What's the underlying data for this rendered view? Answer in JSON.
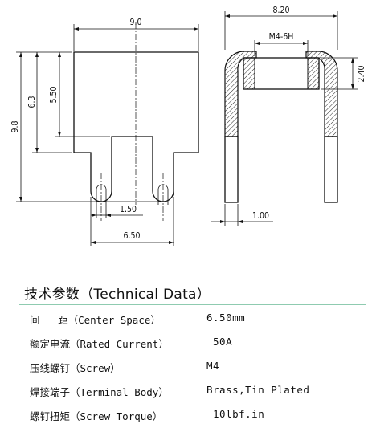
{
  "drawing": {
    "front_view": {
      "top_width": "9.0",
      "overall_height": "9.8",
      "mid_height": "6.3",
      "body_height": "5.50",
      "slot_width": "1.50",
      "pin_spacing": "6.50"
    },
    "side_view": {
      "overall_width": "8.20",
      "thread": "M4-6H",
      "nut_height": "2.40",
      "thickness": "1.00"
    }
  },
  "spec": {
    "title": "技术参数（Technical Data）",
    "rows": [
      {
        "label": "间   距（Center Space）",
        "value": "6.50mm"
      },
      {
        "label": "额定电流（Rated Current）",
        "value": " 50A"
      },
      {
        "label": "压线螺钉（Screw）",
        "value": "M4"
      },
      {
        "label": "焊接端子（Terminal Body）",
        "value": "Brass,Tin Plated"
      },
      {
        "label": "螺钉扭矩（Screw Torque）",
        "value": " 10lbf.in"
      }
    ]
  }
}
